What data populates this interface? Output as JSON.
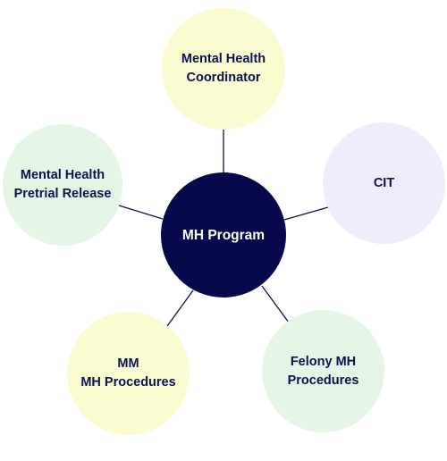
{
  "center": {
    "label": "MH Program",
    "color": "#08084d"
  },
  "nodes": [
    {
      "key": "top",
      "label": "Mental Health\nCoordinator",
      "color": "#fbfbd1"
    },
    {
      "key": "right",
      "label": "CIT",
      "color": "#ededfb"
    },
    {
      "key": "left",
      "label": "Mental Health\nPretrial Release",
      "color": "#e6f6e6"
    },
    {
      "key": "botleft",
      "label": "MM\nMH Procedures",
      "color": "#fbfbd1"
    },
    {
      "key": "botright",
      "label": "Felony MH\nProcedures",
      "color": "#e6f6e6"
    }
  ],
  "colors": {
    "text": "#0c1150",
    "connector": "#10104f"
  }
}
